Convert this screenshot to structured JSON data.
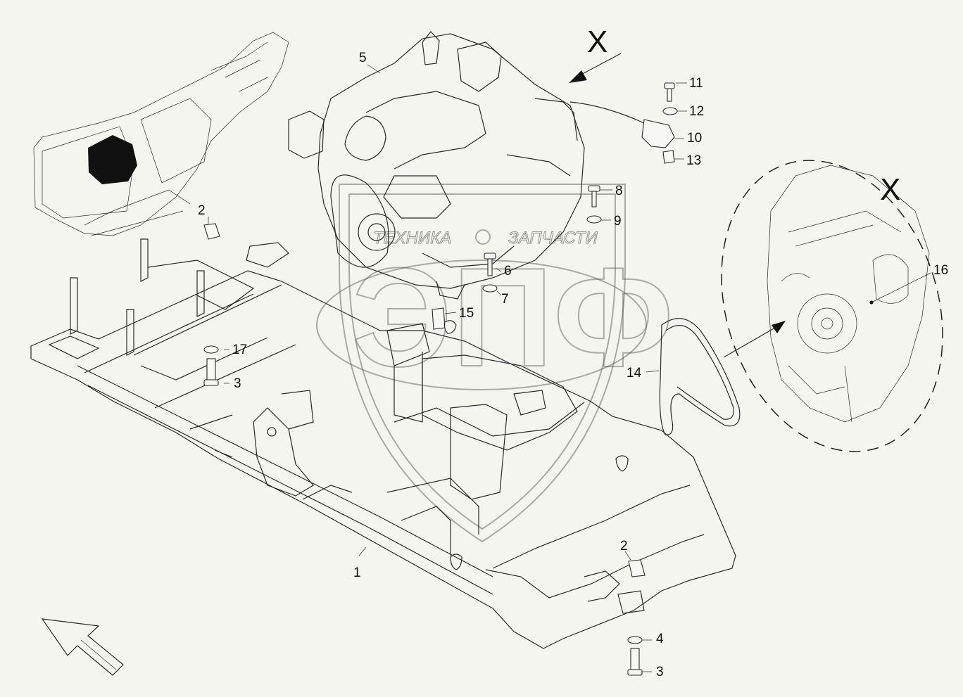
{
  "callouts": [
    {
      "id": "c1",
      "label": "1"
    },
    {
      "id": "c2a",
      "label": "2"
    },
    {
      "id": "c2b",
      "label": "2"
    },
    {
      "id": "c3a",
      "label": "3"
    },
    {
      "id": "c3b",
      "label": "3"
    },
    {
      "id": "c4",
      "label": "4"
    },
    {
      "id": "c5",
      "label": "5"
    },
    {
      "id": "c6",
      "label": "6"
    },
    {
      "id": "c7",
      "label": "7"
    },
    {
      "id": "c8",
      "label": "8"
    },
    {
      "id": "c9",
      "label": "9"
    },
    {
      "id": "c10",
      "label": "10"
    },
    {
      "id": "c11",
      "label": "11"
    },
    {
      "id": "c12",
      "label": "12"
    },
    {
      "id": "c13",
      "label": "13"
    },
    {
      "id": "c14",
      "label": "14"
    },
    {
      "id": "c15",
      "label": "15"
    },
    {
      "id": "c16",
      "label": "16"
    },
    {
      "id": "c17",
      "label": "17"
    }
  ],
  "view_marks": {
    "main": "X",
    "detail": "X"
  },
  "watermark": {
    "left": "ТЕХНИКА",
    "right": "ЗАПЧАСТИ",
    "logo": "ЭПФ"
  }
}
